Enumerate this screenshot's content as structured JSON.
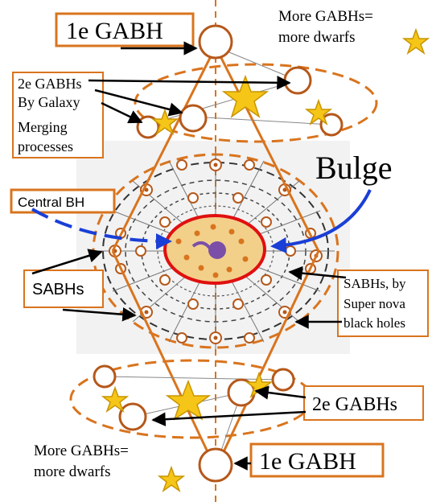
{
  "labels": {
    "top_1e_gabh": "1e GABH",
    "bottom_1e_gabh": "1e GABH",
    "more_gabhs_top_1": "More GABHs=",
    "more_gabhs_top_2": "more dwarfs",
    "more_gabhs_bottom_1": "More GABHs=",
    "more_gabhs_bottom_2": "more dwarfs",
    "merging_1": "2e GABHs",
    "merging_2": "By Galaxy",
    "merging_3": "Merging",
    "merging_4": "processes",
    "bulge": "Bulge",
    "central_bh": "Central BH",
    "sabhs": "SABHs",
    "supernova_1": "SABHs, by",
    "supernova_2": "Super nova",
    "supernova_3": "black holes",
    "bottom_2e_gabhs": "2e GABHs"
  },
  "colors": {
    "orange": "#d9741e",
    "dark_orange": "#b5581a",
    "red": "#e01010",
    "bulge_fill": "#f2d08a",
    "central_bh": "#7b4fa8",
    "blue_arrow": "#1a3fd6",
    "star": "#f5c518",
    "star_edge": "#c99500",
    "grey": "#555555"
  }
}
